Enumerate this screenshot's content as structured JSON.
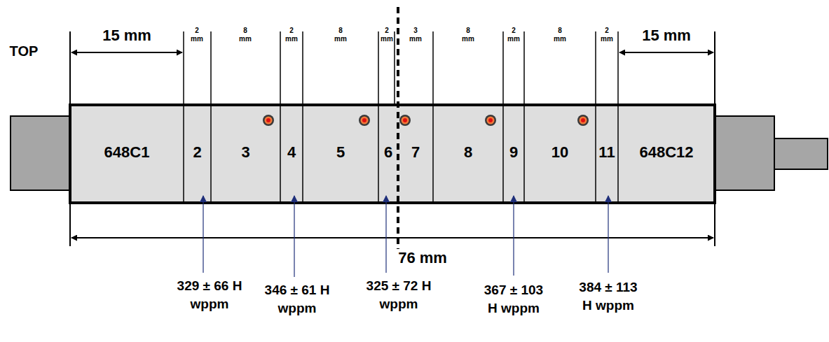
{
  "diagram": {
    "nodes": [
      {
        "text": [
          "648C1"
        ]
      },
      {
        "text": [
          "2"
        ]
      },
      {
        "text": [
          "3"
        ]
      },
      {
        "text": [
          "4"
        ]
      },
      {
        "text": [
          "5"
        ]
      },
      {
        "text": [
          "6"
        ]
      },
      {
        "text": [
          "7"
        ]
      },
      {
        "text": [
          "8"
        ]
      },
      {
        "text": [
          "9"
        ]
      },
      {
        "text": [
          "10"
        ]
      },
      {
        "text": [
          "11"
        ]
      },
      {
        "text": [
          "648C12"
        ]
      }
    ],
    "labels": [
      "TOP",
      "15 mm",
      "2 mm",
      "8 mm",
      "2 mm",
      "8 mm",
      "2 mm",
      "3 mm",
      "8 mm",
      "2 mm",
      "8 mm",
      "2 mm",
      "15 mm",
      "76 mm",
      "329 ± 66 H wppm",
      "346 ± 61 H wppm",
      "325 ± 72 H wppm",
      "367 ± 103 H wppm",
      "384 ± 113 H wppm"
    ]
  }
}
